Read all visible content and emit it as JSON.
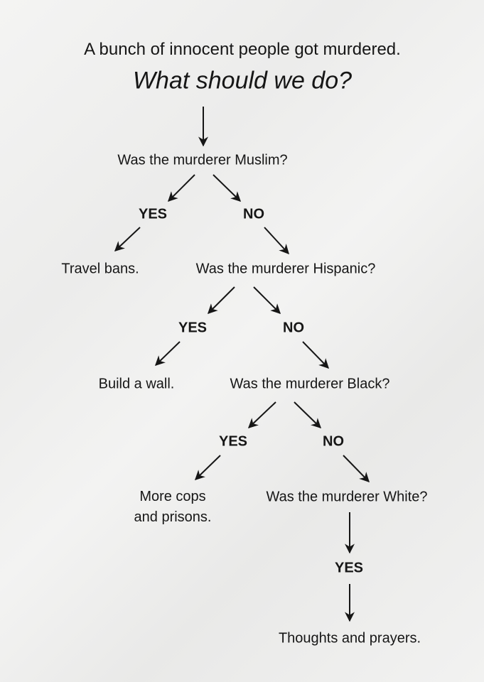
{
  "title": {
    "line1": "A bunch of innocent people got murdered.",
    "line2": "What should we do?"
  },
  "flow": {
    "q1": "Was the murderer Muslim?",
    "q1_yes": "YES",
    "q1_no": "NO",
    "r1": "Travel bans.",
    "q2": "Was the murderer Hispanic?",
    "q2_yes": "YES",
    "q2_no": "NO",
    "r2": "Build a wall.",
    "q3": "Was the murderer Black?",
    "q3_yes": "YES",
    "q3_no": "NO",
    "r3": "More cops\nand prisons.",
    "q4": "Was the murderer White?",
    "q4_yes": "YES",
    "r4": "Thoughts and prayers."
  },
  "colors": {
    "background": "#f0f0ef",
    "text": "#161616"
  }
}
